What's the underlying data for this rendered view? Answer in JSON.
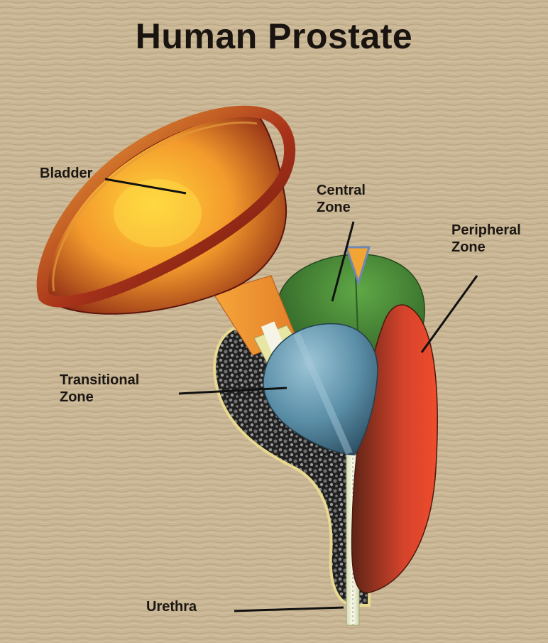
{
  "title": "Human Prostate",
  "labels": {
    "bladder": "Bladder",
    "central_zone": [
      "Central",
      "Zone"
    ],
    "peripheral_zone": [
      "Peripheral",
      "Zone"
    ],
    "transitional_zone": [
      "Transitional",
      "Zone"
    ],
    "urethra": "Urethra"
  },
  "colors": {
    "background": "#c8b594",
    "bladder": "#f0a83a",
    "bladder_rim": "#7a1d12",
    "central_zone": "#4f8a3a",
    "peripheral_zone": "#e0442a",
    "transitional_zone": "#5f94ad",
    "capsule_gravel": "#3a3a3a",
    "urethra": "#f4f1de"
  }
}
